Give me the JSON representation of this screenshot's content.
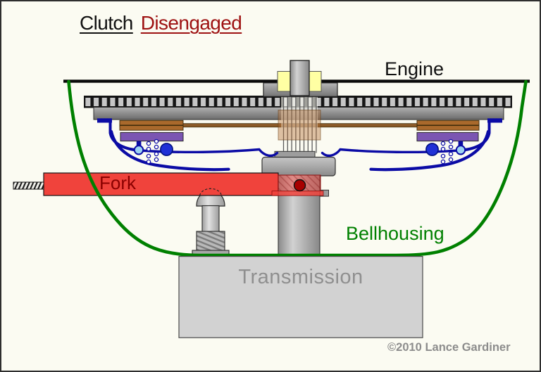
{
  "title": {
    "clutch": "Clutch",
    "state": "Disengaged"
  },
  "labels": {
    "engine": "Engine",
    "fork": "Fork",
    "bellhousing": "Bellhousing",
    "transmission": "Transmission"
  },
  "footer": {
    "copyright": "©2010 Lance Gardiner"
  },
  "colors": {
    "background": "#fbfbf2",
    "titleRed": "#9e1212",
    "forkLabel": "#8b0000",
    "green": "#008000",
    "blue": "#0b0ba5",
    "lightBlue": "#9dd3f2",
    "circleBlue": "#2031d6",
    "red": "#f0433c",
    "pinRed": "#a80000",
    "brown": "#a9692c",
    "rodBrown": "#8a5a28",
    "purple": "#7b55b2",
    "yellow": "#ffffa3",
    "transmissionFill": "#d2d2d2",
    "grayLabel": "#8f8f8f",
    "copyrightGray": "#8c8c8c"
  }
}
